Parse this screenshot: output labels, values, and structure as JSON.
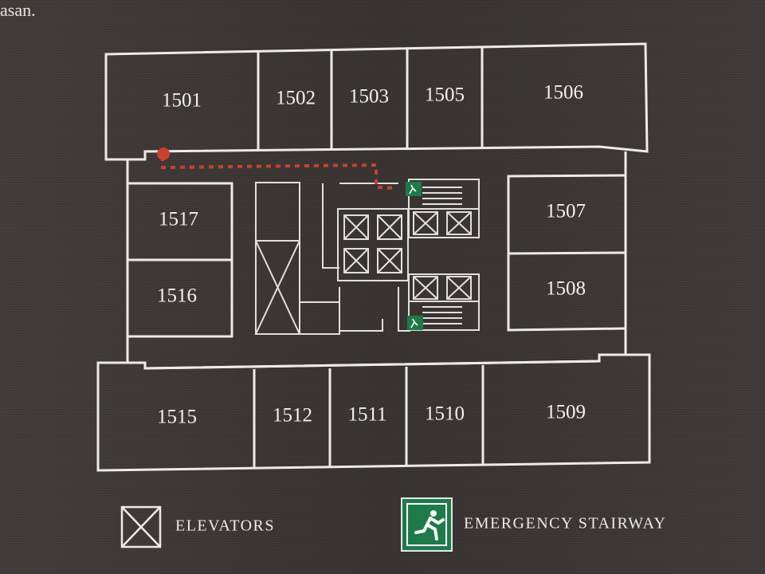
{
  "header_text": "asan.",
  "rooms": {
    "r1501": "1501",
    "r1502": "1502",
    "r1503": "1503",
    "r1505": "1505",
    "r1506": "1506",
    "r1507": "1507",
    "r1508": "1508",
    "r1509": "1509",
    "r1510": "1510",
    "r1511": "1511",
    "r1512": "1512",
    "r1515": "1515",
    "r1516": "1516",
    "r1517": "1517"
  },
  "legend": {
    "elevators": "ELEVATORS",
    "emergency_stairway": "EMERGENCY STAIRWAY"
  },
  "colors": {
    "background": "#3a3533",
    "lines": "#ecebe7",
    "route": "#c8412f",
    "exit_sign": "#1f7a4a"
  },
  "icons": [
    "elevator-icon",
    "emergency-exit-icon",
    "you-are-here-icon"
  ]
}
